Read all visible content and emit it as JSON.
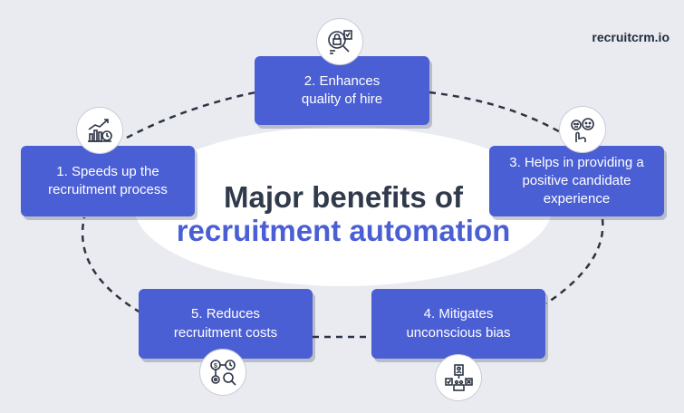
{
  "brand": "recruitcrm.io",
  "title": {
    "line1": "Major benefits of",
    "line2": "recruitment automation"
  },
  "colors": {
    "accent": "#4b5fd4",
    "title_dark": "#303a4b",
    "background": "#e9ebf1"
  },
  "benefits": [
    {
      "line1": "1. Speeds up the",
      "line2": "recruitment process",
      "icon": "growth-chart-clock-icon"
    },
    {
      "line1": "2. Enhances",
      "line2": "quality of hire",
      "icon": "lock-document-search-icon"
    },
    {
      "line1": "3. Helps in providing a",
      "line2": "positive candidate",
      "line3": "experience",
      "icon": "feedback-faces-icon"
    },
    {
      "line1": "4. Mitigates",
      "line2": "unconscious bias",
      "icon": "candidate-selection-icon"
    },
    {
      "line1": "5. Reduces",
      "line2": "recruitment costs",
      "icon": "cost-time-search-icon"
    }
  ]
}
